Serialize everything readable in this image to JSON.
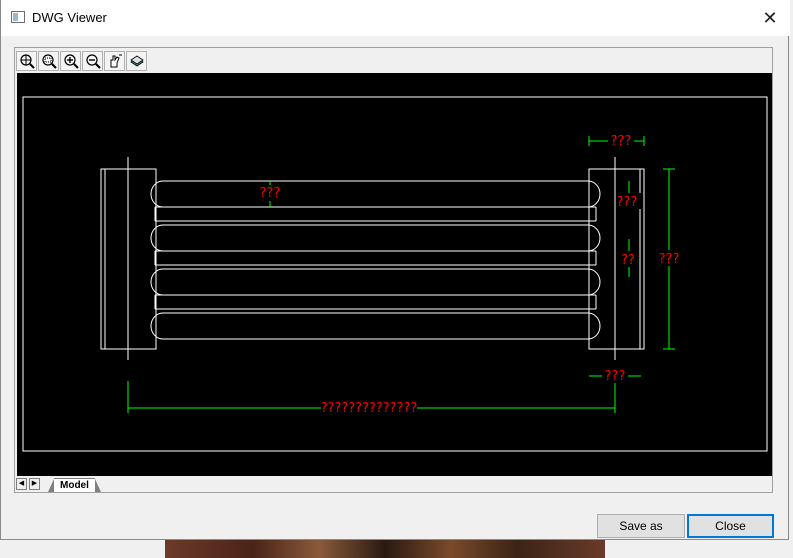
{
  "window": {
    "title": "DWG Viewer",
    "close_glyph": "✕"
  },
  "toolbar": {
    "tools": [
      {
        "name": "zoom-extents-icon"
      },
      {
        "name": "zoom-window-icon"
      },
      {
        "name": "zoom-in-icon"
      },
      {
        "name": "zoom-out-icon"
      },
      {
        "name": "pan-icon"
      },
      {
        "name": "layers-icon"
      }
    ]
  },
  "drawing": {
    "dim_top": "???",
    "dim_gap": "???",
    "dim_right_upper": "???",
    "dim_right_mid": "??",
    "dim_height": "???",
    "dim_bottom_right": "???",
    "dim_overall": "??????????????",
    "colors": {
      "background": "#000000",
      "lines": "#ffffff",
      "dimension": "#00ff00",
      "dim_text": "#ff0000"
    }
  },
  "tabs": {
    "prev": "◀",
    "next": "▶",
    "active": "Model"
  },
  "buttons": {
    "save_as": "Save as",
    "close": "Close"
  }
}
